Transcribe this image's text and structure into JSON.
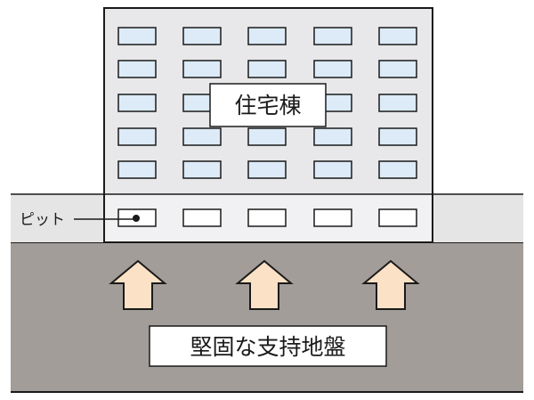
{
  "building": {
    "label": "住宅棟",
    "window_rows": 5,
    "window_cols": 5,
    "pit_windows": 5
  },
  "pit": {
    "label": "ピット"
  },
  "ground": {
    "label": "堅固な支持地盤",
    "arrow_count": 3
  },
  "colors": {
    "ground": "#a29d98",
    "pit_band": "#e5e5e5",
    "building": "#e8e8ea",
    "window_fill": "#dcebf7",
    "pit_window_fill": "#ffffff",
    "arrow_fill": "#fbe1c5",
    "stroke": "#1a1a1a"
  }
}
